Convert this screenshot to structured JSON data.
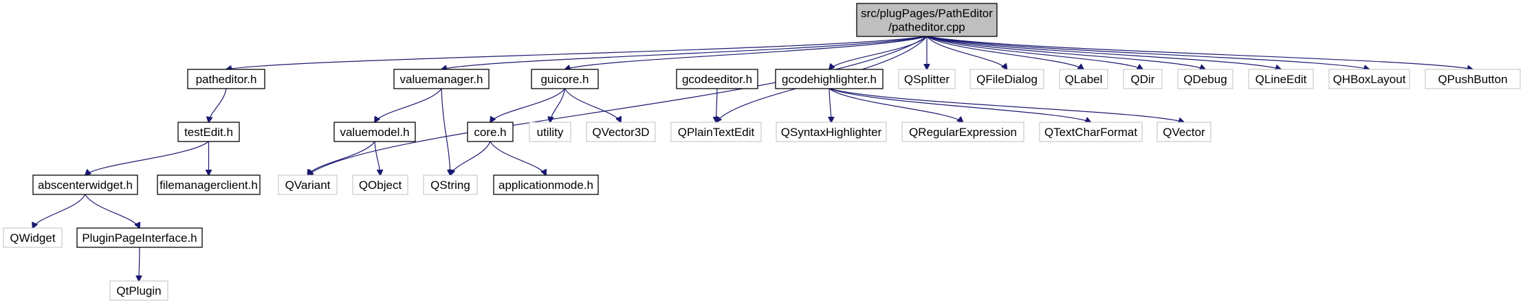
{
  "root": {
    "id": "root",
    "lines": [
      "src/plugPages/PathEditor",
      "/patheditor.cpp"
    ]
  },
  "nodes": [
    {
      "id": "patheditor_h",
      "label": "patheditor.h",
      "kind": "local"
    },
    {
      "id": "testEdit_h",
      "label": "testEdit.h",
      "kind": "local"
    },
    {
      "id": "abscenterwidget_h",
      "label": "abscenterwidget.h",
      "kind": "local"
    },
    {
      "id": "filemanagerclient_h",
      "label": "filemanagerclient.h",
      "kind": "local"
    },
    {
      "id": "QWidget",
      "label": "QWidget",
      "kind": "system"
    },
    {
      "id": "PluginPageInterface_h",
      "label": "PluginPageInterface.h",
      "kind": "local"
    },
    {
      "id": "QtPlugin",
      "label": "QtPlugin",
      "kind": "system"
    },
    {
      "id": "QVariant",
      "label": "QVariant",
      "kind": "system"
    },
    {
      "id": "valuemanager_h",
      "label": "valuemanager.h",
      "kind": "local"
    },
    {
      "id": "valuemodel_h",
      "label": "valuemodel.h",
      "kind": "local"
    },
    {
      "id": "QObject",
      "label": "QObject",
      "kind": "system"
    },
    {
      "id": "QString",
      "label": "QString",
      "kind": "system"
    },
    {
      "id": "guicore_h",
      "label": "guicore.h",
      "kind": "local"
    },
    {
      "id": "core_h",
      "label": "core.h",
      "kind": "local"
    },
    {
      "id": "applicationmode_h",
      "label": "applicationmode.h",
      "kind": "local"
    },
    {
      "id": "utility",
      "label": "utility",
      "kind": "system"
    },
    {
      "id": "QVector3D",
      "label": "QVector3D",
      "kind": "system"
    },
    {
      "id": "gcodeeditor_h",
      "label": "gcodeeditor.h",
      "kind": "local"
    },
    {
      "id": "QPlainTextEdit",
      "label": "QPlainTextEdit",
      "kind": "system"
    },
    {
      "id": "gcodehighlighter_h",
      "label": "gcodehighlighter.h",
      "kind": "local"
    },
    {
      "id": "QSyntaxHighlighter",
      "label": "QSyntaxHighlighter",
      "kind": "system"
    },
    {
      "id": "QRegularExpression",
      "label": "QRegularExpression",
      "kind": "system"
    },
    {
      "id": "QTextCharFormat",
      "label": "QTextCharFormat",
      "kind": "system"
    },
    {
      "id": "QVector",
      "label": "QVector",
      "kind": "system"
    },
    {
      "id": "QSplitter",
      "label": "QSplitter",
      "kind": "system"
    },
    {
      "id": "QFileDialog",
      "label": "QFileDialog",
      "kind": "system"
    },
    {
      "id": "QLabel",
      "label": "QLabel",
      "kind": "system"
    },
    {
      "id": "QDir",
      "label": "QDir",
      "kind": "system"
    },
    {
      "id": "QDebug",
      "label": "QDebug",
      "kind": "system"
    },
    {
      "id": "QLineEdit",
      "label": "QLineEdit",
      "kind": "system"
    },
    {
      "id": "QHBoxLayout",
      "label": "QHBoxLayout",
      "kind": "system"
    },
    {
      "id": "QPushButton",
      "label": "QPushButton",
      "kind": "system"
    }
  ],
  "edges": [
    [
      "root",
      "patheditor_h"
    ],
    [
      "root",
      "QVariant"
    ],
    [
      "root",
      "valuemanager_h"
    ],
    [
      "root",
      "guicore_h"
    ],
    [
      "root",
      "QPlainTextEdit"
    ],
    [
      "root",
      "gcodehighlighter_h"
    ],
    [
      "root",
      "QSplitter"
    ],
    [
      "root",
      "QFileDialog"
    ],
    [
      "root",
      "QLabel"
    ],
    [
      "root",
      "QDir"
    ],
    [
      "root",
      "QDebug"
    ],
    [
      "root",
      "QLineEdit"
    ],
    [
      "root",
      "QHBoxLayout"
    ],
    [
      "root",
      "QPushButton"
    ],
    [
      "patheditor_h",
      "testEdit_h"
    ],
    [
      "testEdit_h",
      "abscenterwidget_h"
    ],
    [
      "testEdit_h",
      "filemanagerclient_h"
    ],
    [
      "abscenterwidget_h",
      "QWidget"
    ],
    [
      "abscenterwidget_h",
      "PluginPageInterface_h"
    ],
    [
      "PluginPageInterface_h",
      "QtPlugin"
    ],
    [
      "valuemanager_h",
      "valuemodel_h"
    ],
    [
      "valuemanager_h",
      "QString"
    ],
    [
      "valuemodel_h",
      "QVariant"
    ],
    [
      "valuemodel_h",
      "QObject"
    ],
    [
      "guicore_h",
      "core_h"
    ],
    [
      "guicore_h",
      "utility"
    ],
    [
      "guicore_h",
      "QVector3D"
    ],
    [
      "core_h",
      "QString"
    ],
    [
      "core_h",
      "applicationmode_h"
    ],
    [
      "gcodeeditor_h",
      "QPlainTextEdit"
    ],
    [
      "gcodehighlighter_h",
      "QSyntaxHighlighter"
    ],
    [
      "gcodehighlighter_h",
      "QRegularExpression"
    ],
    [
      "gcodehighlighter_h",
      "QTextCharFormat"
    ],
    [
      "gcodehighlighter_h",
      "QVector"
    ]
  ],
  "colors": {
    "root_fill": "#bfbfbf",
    "local_border": "#000000",
    "system_border": "#bfbfbf",
    "edge": "#191970",
    "text": "#000000"
  }
}
